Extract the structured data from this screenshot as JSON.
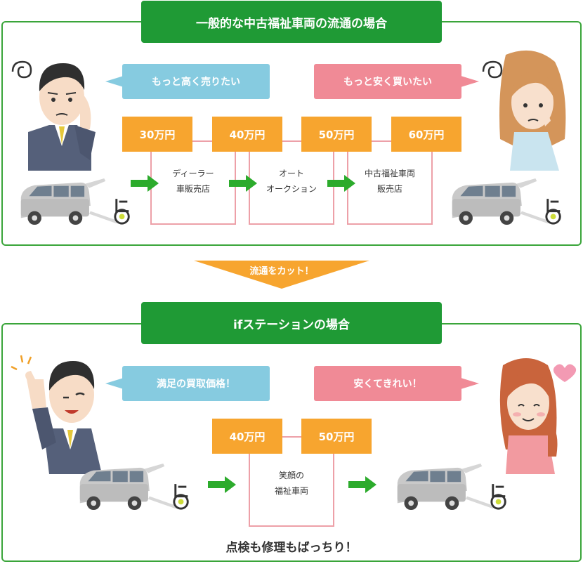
{
  "top": {
    "title": "一般的な中古福祉車両の流通の場合",
    "seller_bubble": "もっと高く売りたい",
    "buyer_bubble": "もっと安く買いたい",
    "prices": [
      "30万円",
      "40万円",
      "50万円",
      "60万円"
    ],
    "stages": [
      {
        "line1": "ディーラー",
        "line2": "車販売店"
      },
      {
        "line1": "オート",
        "line2": "オークション"
      },
      {
        "line1": "中古福祉車両",
        "line2": "販売店"
      }
    ]
  },
  "cut_label": "流通をカット！",
  "bottom": {
    "title": "ifステーションの場合",
    "seller_bubble": "満足の買取価格！",
    "buyer_bubble": "安くてきれい！",
    "prices": [
      "40万円",
      "50万円"
    ],
    "stage": {
      "line1": "笑顔の",
      "line2": "福祉車両"
    },
    "footer": "点検も修理もばっちり！"
  },
  "colors": {
    "green": "#1f9a35",
    "orange": "#f7a52f",
    "blue": "#86cbe0",
    "pink": "#f08a96"
  }
}
